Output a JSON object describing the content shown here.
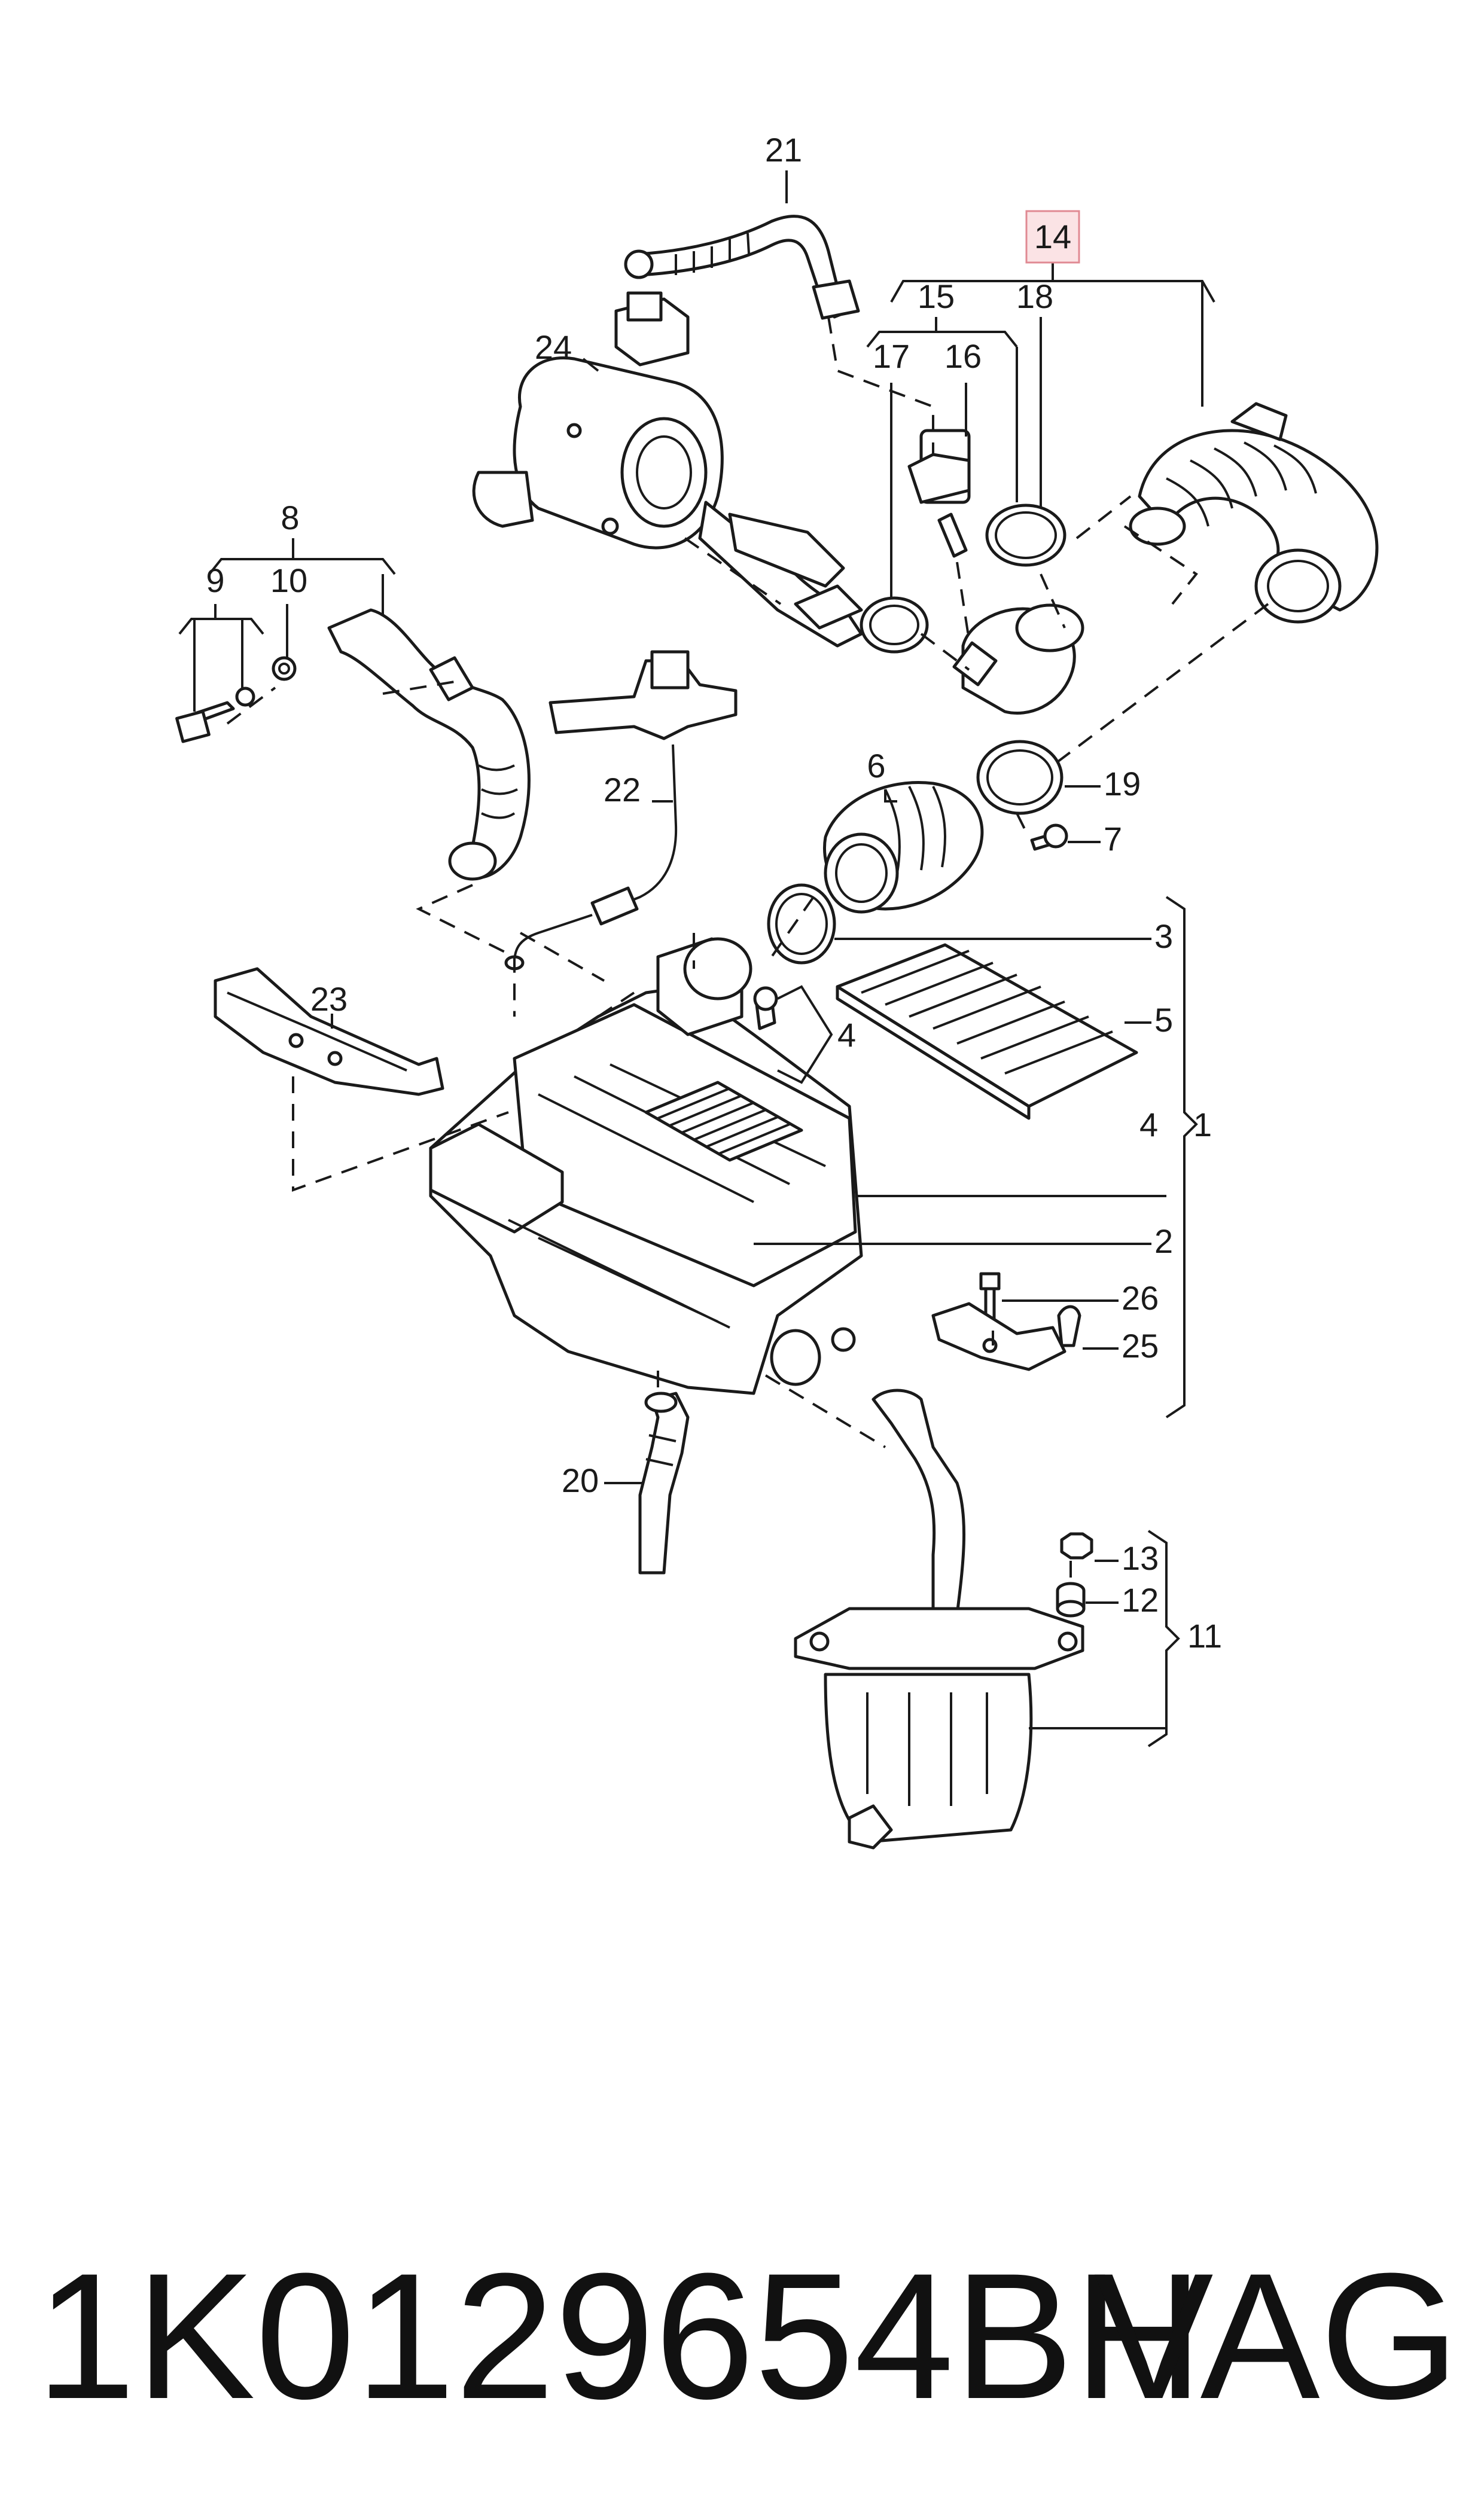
{
  "diagram": {
    "callouts": [
      {
        "id": "21",
        "text": "21"
      },
      {
        "id": "14",
        "text": "14",
        "highlight": "#f3c4c8"
      },
      {
        "id": "15",
        "text": "15"
      },
      {
        "id": "18",
        "text": "18"
      },
      {
        "id": "17",
        "text": "17"
      },
      {
        "id": "16",
        "text": "16"
      },
      {
        "id": "24",
        "text": "24"
      },
      {
        "id": "8",
        "text": "8"
      },
      {
        "id": "9",
        "text": "9"
      },
      {
        "id": "10",
        "text": "10"
      },
      {
        "id": "22",
        "text": "22"
      },
      {
        "id": "6",
        "text": "6"
      },
      {
        "id": "19",
        "text": "19"
      },
      {
        "id": "7",
        "text": "7"
      },
      {
        "id": "3",
        "text": "3"
      },
      {
        "id": "5",
        "text": "5"
      },
      {
        "id": "23",
        "text": "23"
      },
      {
        "id": "4a",
        "text": "4"
      },
      {
        "id": "4b",
        "text": "4"
      },
      {
        "id": "1",
        "text": "1"
      },
      {
        "id": "2",
        "text": "2"
      },
      {
        "id": "26",
        "text": "26"
      },
      {
        "id": "25",
        "text": "25"
      },
      {
        "id": "20",
        "text": "20"
      },
      {
        "id": "13",
        "text": "13"
      },
      {
        "id": "12",
        "text": "12"
      },
      {
        "id": "11",
        "text": "11"
      }
    ]
  },
  "footer": {
    "part_number": "1K0129654BH",
    "brand": "VAG"
  },
  "colors": {
    "highlight_fill": "#fbe3e5",
    "highlight_stroke": "#e08a93"
  }
}
